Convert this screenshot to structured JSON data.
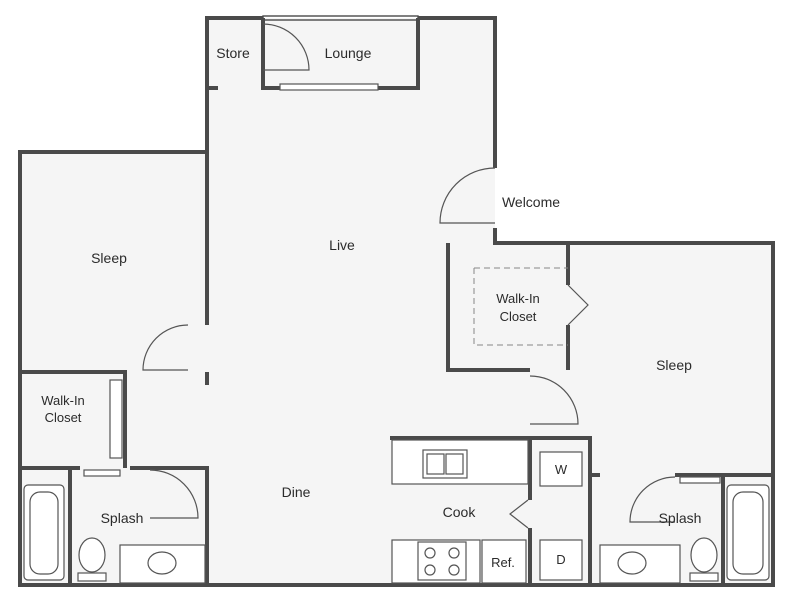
{
  "rooms": {
    "store": "Store",
    "lounge": "Lounge",
    "welcome": "Welcome",
    "live": "Live",
    "sleep_left": "Sleep",
    "walkin_left_line1": "Walk-In",
    "walkin_left_line2": "Closet",
    "walkin_right_line1": "Walk-In",
    "walkin_right_line2": "Closet",
    "sleep_right": "Sleep",
    "dine": "Dine",
    "cook": "Cook",
    "splash_left": "Splash",
    "splash_right": "Splash"
  },
  "appliances": {
    "washer": "W",
    "dryer": "D",
    "refrigerator": "Ref."
  }
}
